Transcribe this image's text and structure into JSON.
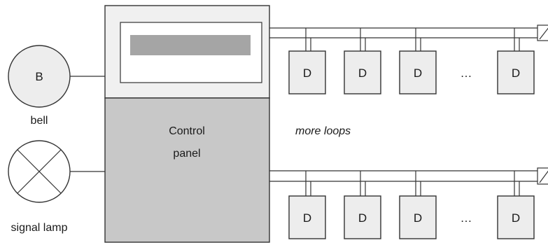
{
  "bell": {
    "letter": "B",
    "label": "bell"
  },
  "lamp": {
    "label": "signal lamp"
  },
  "panel": {
    "label_line1": "Control",
    "label_line2": "panel"
  },
  "loops": {
    "middle_label": "more loops",
    "ellipsis": "…",
    "detectors": [
      "D",
      "D",
      "D",
      "D"
    ]
  },
  "colors": {
    "stroke": "#333333",
    "panel_top": "#f0f0f0",
    "panel_body": "#c8c8c8",
    "display_bar": "#a5a5a5",
    "detector_fill": "#ededed"
  }
}
